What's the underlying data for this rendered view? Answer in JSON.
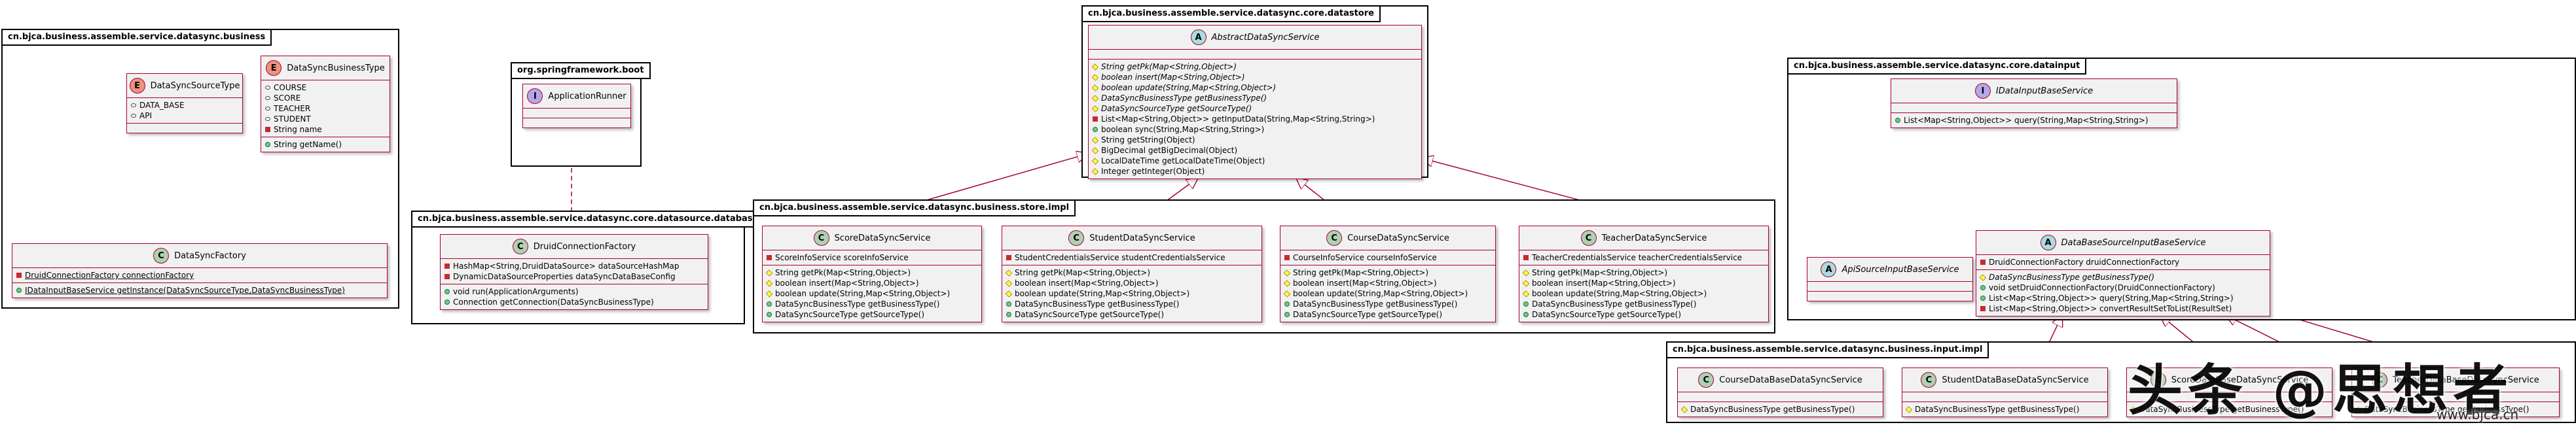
{
  "packages": {
    "datasync": "cn.bjca.business.assemble.service.datasync.business",
    "spring": "org.springframework.boot",
    "datasource": "cn.bjca.business.assemble.service.datasync.core.datasource.database",
    "datastore": "cn.bjca.business.assemble.service.datasync.core.datastore",
    "storeimpl": "cn.bjca.business.assemble.service.datasync.business.store.impl",
    "datainput": "cn.bjca.business.assemble.service.datasync.core.datainput",
    "inputimpl": "cn.bjca.business.assemble.service.datasync.business.input.impl"
  },
  "classes": {
    "DataSyncSourceType": {
      "badge": "E",
      "name": "DataSyncSourceType",
      "fields": [
        "DATA_BASE",
        "API"
      ],
      "methods": []
    },
    "DataSyncBusinessType": {
      "badge": "E",
      "name": "DataSyncBusinessType",
      "fields": [
        "COURSE",
        "SCORE",
        "TEACHER",
        "STUDENT",
        "String name"
      ],
      "methods": [
        "String getName()"
      ]
    },
    "DataSyncFactory": {
      "badge": "C",
      "name": "DataSyncFactory",
      "fields": [
        "DruidConnectionFactory connectionFactory"
      ],
      "methods": [
        "IDataInputBaseService getInstance(DataSyncSourceType,DataSyncBusinessType)"
      ]
    },
    "ApplicationRunner": {
      "badge": "I",
      "name": "ApplicationRunner"
    },
    "DruidConnectionFactory": {
      "badge": "C",
      "name": "DruidConnectionFactory",
      "fields": [
        "HashMap<String,DruidDataSource> dataSourceHashMap",
        "DynamicDataSourceProperties dataSyncDataBaseConfig"
      ],
      "methods": [
        "void run(ApplicationArguments)",
        "Connection getConnection(DataSyncBusinessType)"
      ]
    },
    "AbstractDataSyncService": {
      "badge": "A",
      "name": "AbstractDataSyncService",
      "fields": [],
      "methods": [
        "String getPk(Map<String,Object>)",
        "boolean insert(Map<String,Object>)",
        "boolean update(String,Map<String,Object>)",
        "DataSyncBusinessType getBusinessType()",
        "DataSyncSourceType getSourceType()",
        "List<Map<String,Object>> getInputData(String,Map<String,String>)",
        "boolean sync(String,Map<String,String>)",
        "String getString(Object)",
        "BigDecimal getBigDecimal(Object)",
        "LocalDateTime getLocalDateTime(Object)",
        "Integer getInteger(Object)"
      ]
    },
    "ScoreDataSyncService": {
      "badge": "C",
      "name": "ScoreDataSyncService",
      "fields": [
        "ScoreInfoService scoreInfoService"
      ],
      "methods": [
        "String getPk(Map<String,Object>)",
        "boolean insert(Map<String,Object>)",
        "boolean update(String,Map<String,Object>)",
        "DataSyncBusinessType getBusinessType()",
        "DataSyncSourceType getSourceType()"
      ]
    },
    "StudentDataSyncService": {
      "badge": "C",
      "name": "StudentDataSyncService",
      "fields": [
        "StudentCredentialsService studentCredentialsService"
      ],
      "methods": [
        "String getPk(Map<String,Object>)",
        "boolean insert(Map<String,Object>)",
        "boolean update(String,Map<String,Object>)",
        "DataSyncBusinessType getBusinessType()",
        "DataSyncSourceType getSourceType()"
      ]
    },
    "CourseDataSyncService": {
      "badge": "C",
      "name": "CourseDataSyncService",
      "fields": [
        "CourseInfoService courseInfoService"
      ],
      "methods": [
        "String getPk(Map<String,Object>)",
        "boolean insert(Map<String,Object>)",
        "boolean update(String,Map<String,Object>)",
        "DataSyncBusinessType getBusinessType()",
        "DataSyncSourceType getSourceType()"
      ]
    },
    "TeacherDataSyncService": {
      "badge": "C",
      "name": "TeacherDataSyncService",
      "fields": [
        "TeacherCredentialsService teacherCredentialsService"
      ],
      "methods": [
        "String getPk(Map<String,Object>)",
        "boolean insert(Map<String,Object>)",
        "boolean update(String,Map<String,Object>)",
        "DataSyncBusinessType getBusinessType()",
        "DataSyncSourceType getSourceType()"
      ]
    },
    "IDataInputBaseService": {
      "badge": "I",
      "name": "IDataInputBaseService",
      "fields": [],
      "methods": [
        "List<Map<String,Object>> query(String,Map<String,String>)"
      ]
    },
    "ApiSourceInputBaseService": {
      "badge": "A",
      "name": "ApiSourceInputBaseService"
    },
    "DataBaseSourceInputBaseService": {
      "badge": "A",
      "name": "DataBaseSourceInputBaseService",
      "fields": [
        "DruidConnectionFactory druidConnectionFactory"
      ],
      "methods": [
        "DataSyncBusinessType getBusinessType()",
        "void setDruidConnectionFactory(DruidConnectionFactory)",
        "List<Map<String,Object>> query(String,Map<String,String>)",
        "List<Map<String,Object>> convertResultSetToList(ResultSet)"
      ]
    },
    "CourseDataBaseDataSyncService": {
      "badge": "C",
      "name": "CourseDataBaseDataSyncService",
      "fields": [],
      "methods": [
        "DataSyncBusinessType getBusinessType()"
      ]
    },
    "StudentDataBaseDataSyncService": {
      "badge": "C",
      "name": "StudentDataBaseDataSyncService",
      "fields": [],
      "methods": [
        "DataSyncBusinessType getBusinessType()"
      ]
    },
    "ScoreDataBaseDataSyncService": {
      "badge": "C",
      "name": "ScoreDataBaseDataSyncService",
      "fields": [],
      "methods": [
        "DataSyncBusinessType getBusinessType()"
      ]
    },
    "TeacherDataBaseDataSyncService": {
      "badge": "C",
      "name": "TeacherDataBaseDataSyncService",
      "fields": [],
      "methods": [
        "DataSyncBusinessType getBusinessType()"
      ]
    }
  },
  "watermark": {
    "main": "头条 @思想者",
    "sub": "www.bjca.cn"
  },
  "colors": {
    "class_border": "#a80036",
    "class_fill": "#f1f1f1",
    "badge_class": "#add1b2",
    "badge_abstract": "#a9dcdf",
    "badge_interface": "#b4a7e5",
    "badge_enum": "#eb937f"
  }
}
